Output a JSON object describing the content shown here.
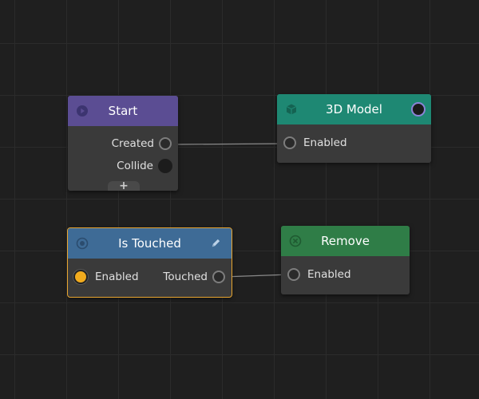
{
  "nodes": {
    "start": {
      "title": "Start",
      "header_color": "#5b4d93",
      "icon": "play-circle-icon",
      "outputs": [
        {
          "label": "Created",
          "connected": true
        },
        {
          "label": "Collide",
          "connected": false
        }
      ],
      "add_label": "+"
    },
    "model": {
      "title": "3D Model",
      "header_color": "#1e8873",
      "icon": "cube-icon",
      "inputs": [
        {
          "label": "Enabled",
          "connected": true
        }
      ]
    },
    "touched": {
      "title": "Is Touched",
      "header_color": "#3e6b96",
      "icon": "radio-target-icon",
      "selected": true,
      "selection_color": "#e8a530",
      "inputs": [
        {
          "label": "Enabled",
          "active": true
        }
      ],
      "outputs": [
        {
          "label": "Touched",
          "connected": true
        }
      ]
    },
    "remove": {
      "title": "Remove",
      "header_color": "#2f7d47",
      "icon": "close-circle-icon",
      "inputs": [
        {
          "label": "Enabled",
          "connected": true
        }
      ]
    }
  },
  "connections": [
    {
      "from": "Start.Created",
      "to": "3D Model.Enabled"
    },
    {
      "from": "Is Touched.Touched",
      "to": "Remove.Enabled"
    }
  ]
}
